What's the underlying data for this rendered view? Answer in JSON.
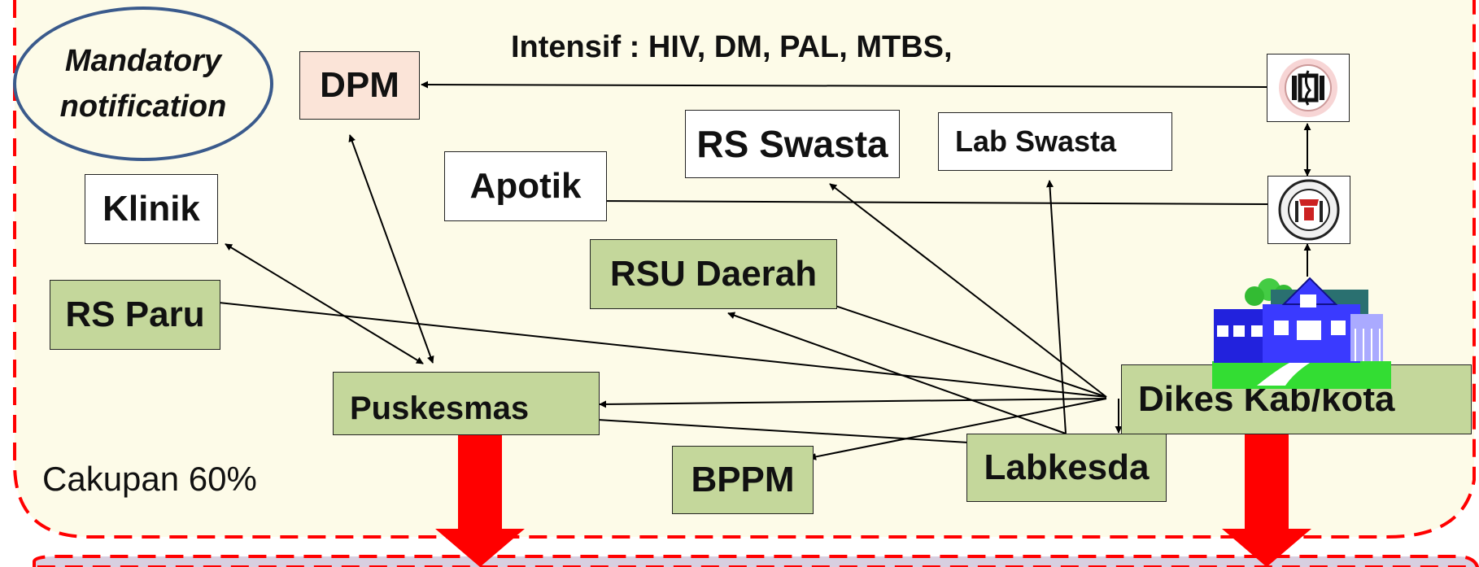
{
  "ellipse": {
    "line1": "Mandatory",
    "line2": "notification"
  },
  "heading": "Intensif : HIV, DM, PAL, MTBS,",
  "coverage": "Cakupan 60%",
  "nodes": {
    "dpm": "DPM",
    "rs_swasta": "RS Swasta",
    "lab_swasta": "Lab Swasta",
    "apotik": "Apotik",
    "klinik": "Klinik",
    "rsu_daerah": "RSU Daerah",
    "rs_paru": "RS Paru",
    "puskesmas": "Puskesmas",
    "dikes": "Dikes Kab/kota",
    "labkesda": "Labkesda",
    "bppm": "BPPM"
  },
  "logos": {
    "top": "idi-logo-icon",
    "middle": "iai-logo-icon",
    "building": "house-icon"
  },
  "colors": {
    "region_fill": "#fdfbe8",
    "dash_red": "#ff0000",
    "green_box": "#c4d79b",
    "pink_box": "#fbe4d8",
    "bottom_band": "#d8cfe0",
    "big_arrow": "#ff0000"
  }
}
